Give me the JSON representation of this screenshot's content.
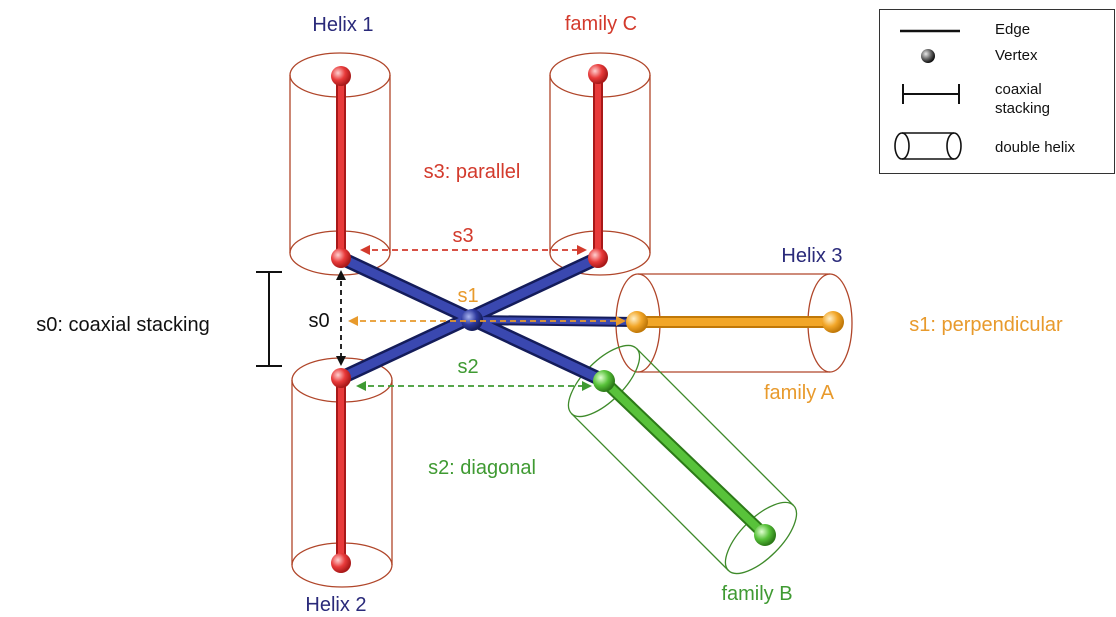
{
  "colors": {
    "red": "#e03030",
    "blue": "#2e3a8f",
    "orange": "#f2a020",
    "green": "#4cb82e",
    "brown_outline": "#b0462a",
    "green_outline": "#3e8a2a",
    "label_red": "#d33a2c",
    "label_orange": "#e89a2c",
    "label_green": "#3f9a32",
    "label_navy": "#2a2a7a",
    "black": "#111111"
  },
  "labels": {
    "helix1": "Helix 1",
    "helix2": "Helix 2",
    "helix3": "Helix 3",
    "family_a": "family A",
    "family_b": "family B",
    "family_c": "family C",
    "s0_coaxial": "s0: coaxial stacking",
    "s0": "s0",
    "s1": "s1",
    "s1_perpendicular": "s1: perpendicular",
    "s2": "s2",
    "s2_diagonal": "s2: diagonal",
    "s3": "s3",
    "s3_parallel": "s3: parallel"
  },
  "legend": {
    "edge": "Edge",
    "vertex": "Vertex",
    "coaxial_line1": "coaxial",
    "coaxial_line2": "stacking",
    "double_helix": "double helix"
  },
  "icons": {
    "edge": "edge-line-icon",
    "vertex": "vertex-sphere-icon",
    "coaxial": "coaxial-bracket-icon",
    "double_helix": "cylinder-icon"
  }
}
